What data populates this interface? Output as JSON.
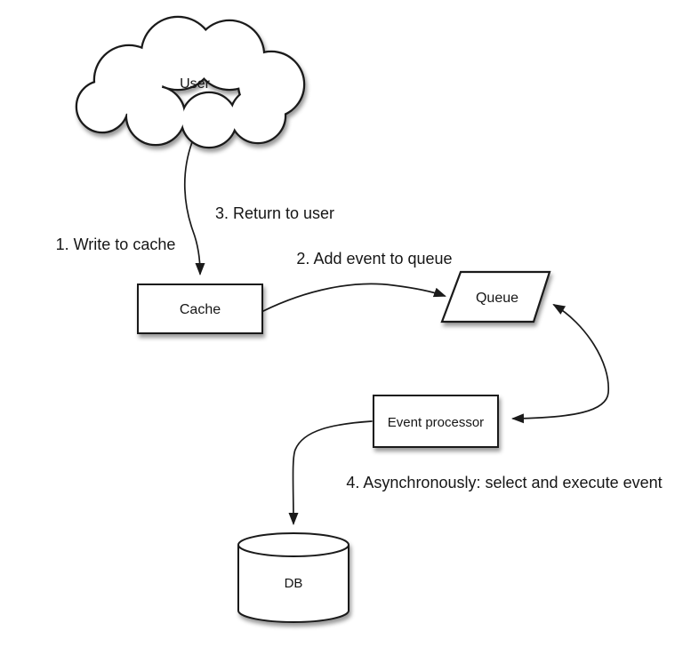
{
  "diagram": {
    "type": "flow-diagram",
    "background": "#ffffff",
    "line_color": "#1a1a1a",
    "text_color": "#161616",
    "nodes": {
      "user": {
        "label": "User",
        "shape": "cloud"
      },
      "cache": {
        "label": "Cache",
        "shape": "rectangle"
      },
      "queue": {
        "label": "Queue",
        "shape": "parallelogram"
      },
      "event_processor": {
        "label": "Event processor",
        "shape": "rectangle"
      },
      "db": {
        "label": "DB",
        "shape": "cylinder"
      }
    },
    "edges": [
      {
        "name": "user-to-cache",
        "from": "user",
        "to": "cache",
        "arrows": "end"
      },
      {
        "name": "cache-to-queue",
        "from": "cache",
        "to": "queue",
        "arrows": "end"
      },
      {
        "name": "queue-to-event-processor",
        "from": "queue",
        "to": "event_processor",
        "arrows": "both"
      },
      {
        "name": "event-processor-to-db",
        "from": "event_processor",
        "to": "db",
        "arrows": "end"
      }
    ],
    "labels": [
      {
        "id": "step-1",
        "text": "1. Write to cache"
      },
      {
        "id": "step-2",
        "text": "2. Add event to queue"
      },
      {
        "id": "step-3",
        "text": "3. Return to user"
      },
      {
        "id": "step-4",
        "text": "4. Asynchronously: select and execute event"
      }
    ]
  }
}
